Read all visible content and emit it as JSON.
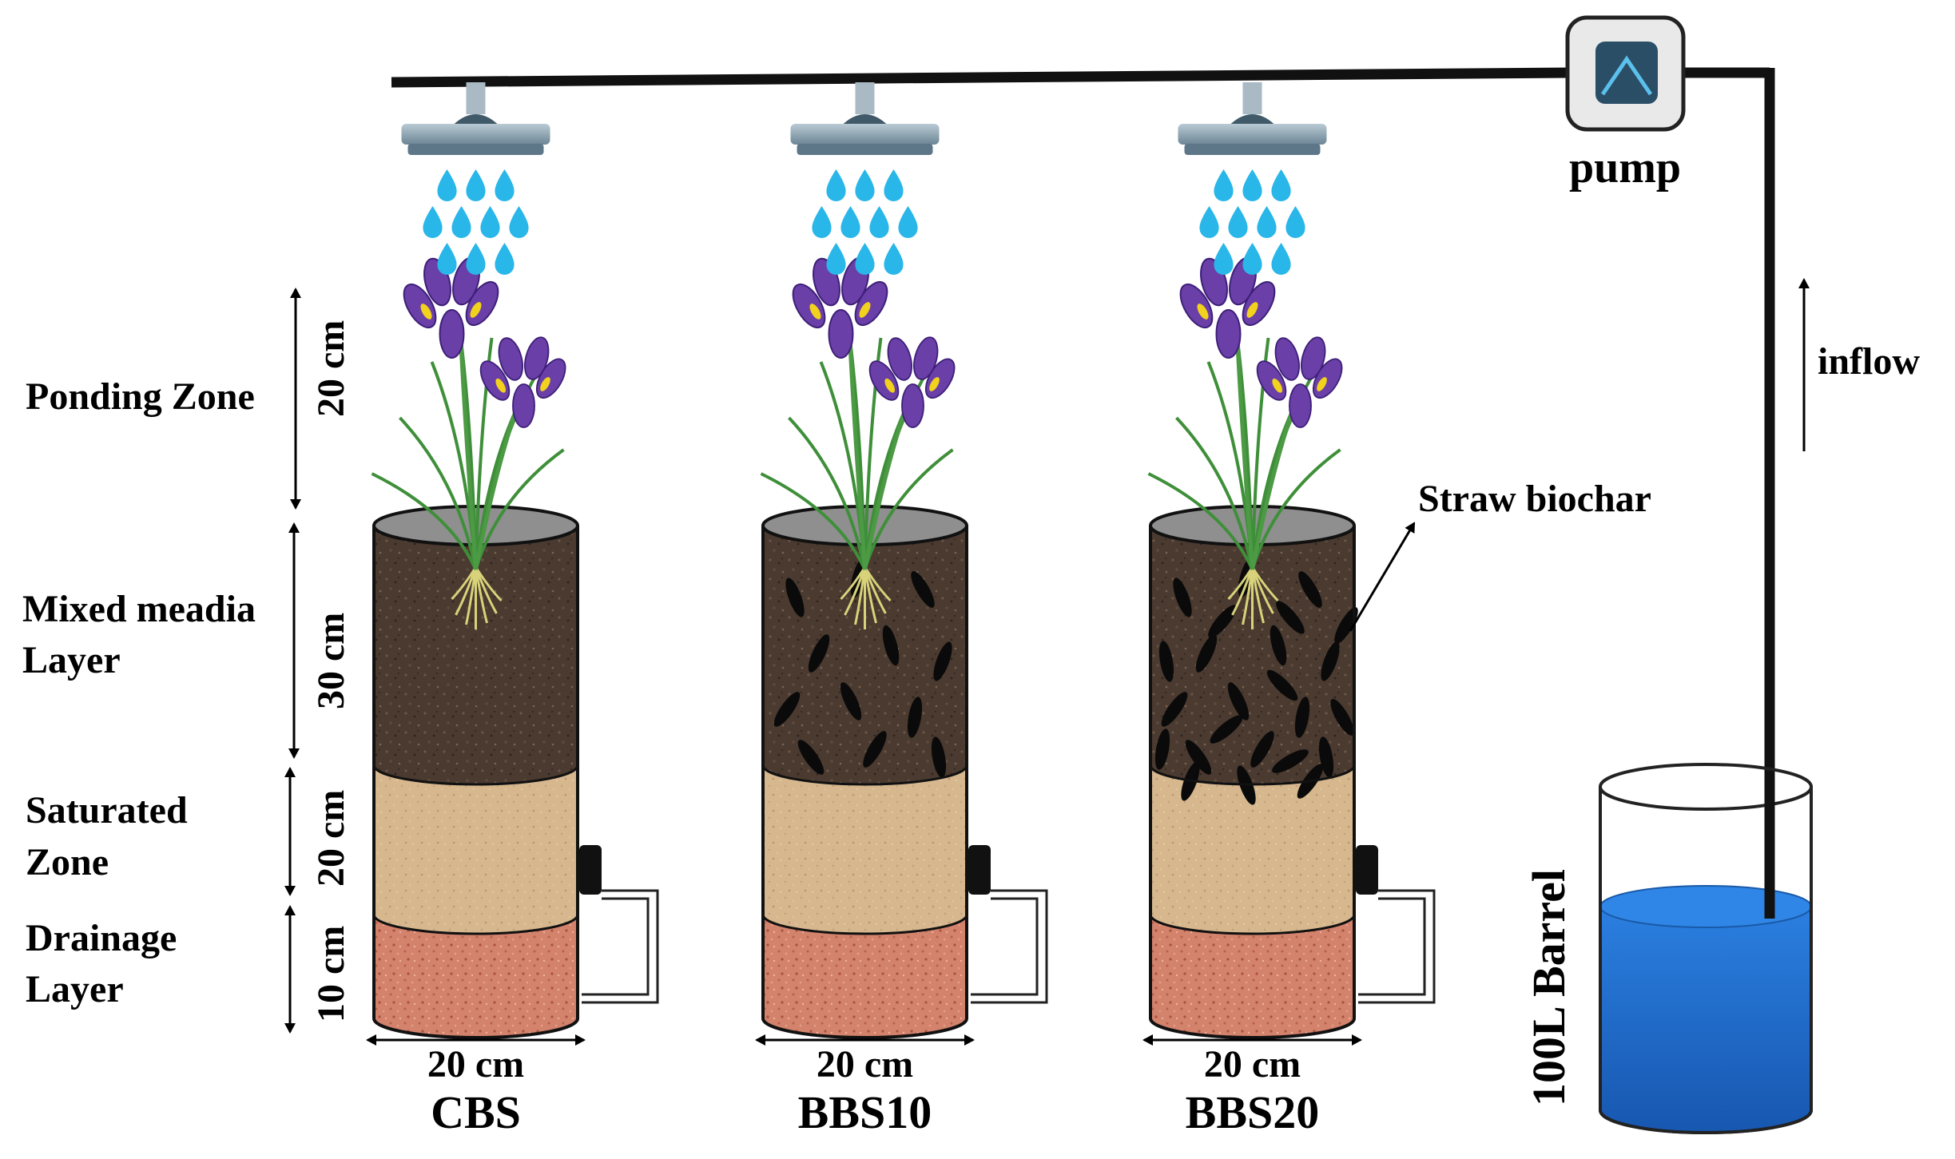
{
  "side_labels": {
    "ponding": "Ponding Zone",
    "mixed_line1": "Mixed meadia",
    "mixed_line2": "Layer",
    "saturated_line1": "Saturated",
    "saturated_line2": "Zone",
    "drainage_line1": "Drainage",
    "drainage_line2": "Layer"
  },
  "heights": {
    "ponding": "20 cm",
    "mixed": "30 cm",
    "saturated": "20 cm",
    "drainage": "10 cm"
  },
  "columns": [
    {
      "name": "CBS",
      "width": "20 cm",
      "biochar": false
    },
    {
      "name": "BBS10",
      "width": "20 cm",
      "biochar": true
    },
    {
      "name": "BBS20",
      "width": "20 cm",
      "biochar": true
    }
  ],
  "annotations": {
    "straw_biochar": "Straw biochar",
    "pump": "pump",
    "inflow": "inflow",
    "barrel": "100L Barrel"
  },
  "colors": {
    "soil": "#4a3a30",
    "sand": "#d4b48a",
    "gravel": "#d4806a",
    "water_drop": "#29b6e8",
    "barrel_water": "#1e6fd0",
    "pipe": "#111111",
    "iris_petal": "#6a3fa8",
    "showerhead": "#7e97a8"
  }
}
